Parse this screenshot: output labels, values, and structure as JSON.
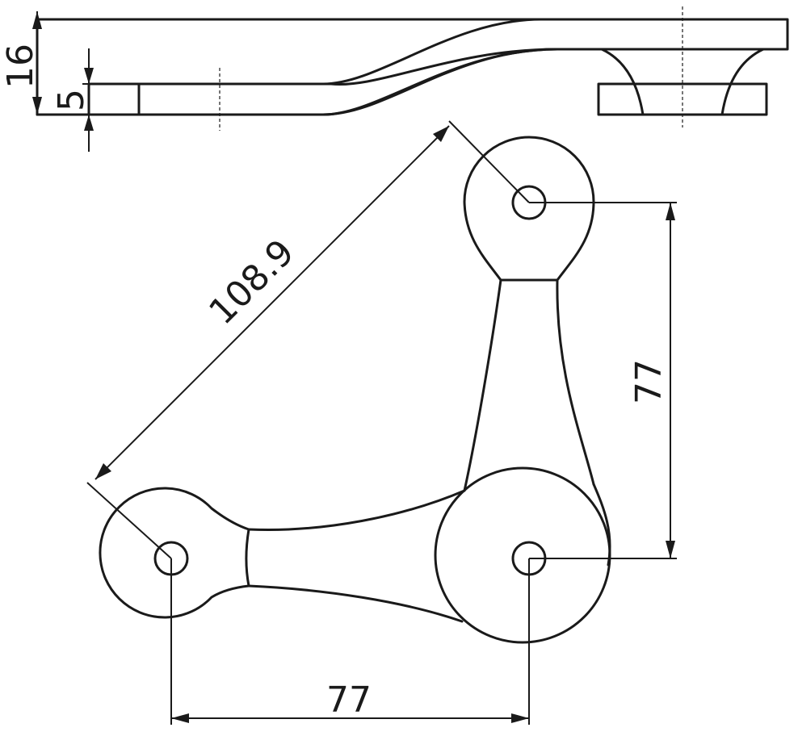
{
  "dimensions": {
    "thickness_total": "16",
    "thickness_plate": "5",
    "diagonal": "108.9",
    "vertical": "77",
    "horizontal": "77"
  }
}
